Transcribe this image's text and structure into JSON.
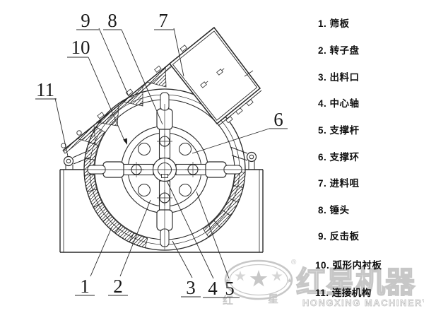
{
  "callouts": [
    "1",
    "2",
    "3",
    "4",
    "5",
    "6",
    "7",
    "8",
    "9",
    "10",
    "11"
  ],
  "legend": {
    "items": [
      "1. 筛板",
      "2. 转子盘",
      "3. 出料口",
      "4. 中心轴",
      "5. 支撑杆",
      "6. 支撑环",
      "7. 进料咀",
      "8. 锤头",
      "9. 反击板",
      "10. 弧形内衬板",
      "11. 连接机构"
    ]
  },
  "watermark": {
    "brand_cn": "红星机器",
    "brand_en": "HONGXING MACHINERY",
    "char_left": "红",
    "char_right": "星",
    "registered": "®"
  },
  "colors": {
    "line": "#2a2a2a",
    "watermark": "#c7c7c7",
    "background": "#ffffff"
  }
}
